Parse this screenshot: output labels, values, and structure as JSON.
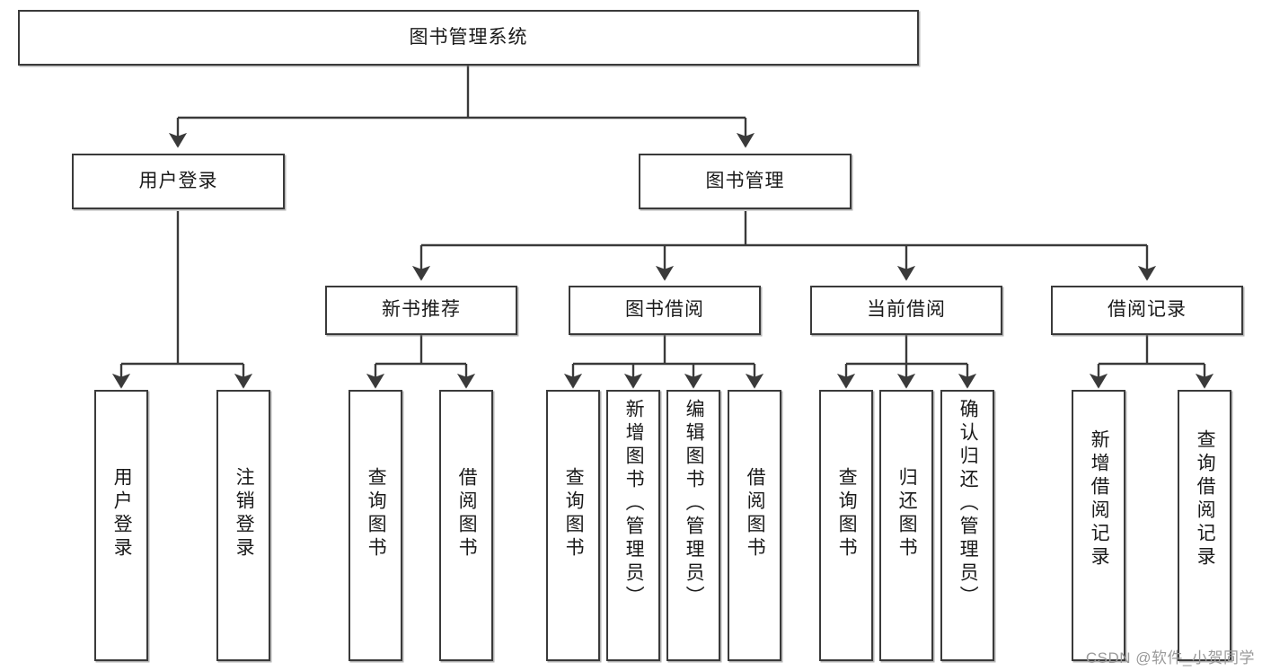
{
  "diagram": {
    "title": "图书管理系统",
    "type": "tree",
    "orientation": "top-down",
    "line_color": "#3a3a3a",
    "box_border_color": "#3a3a3a",
    "box_fill_color": "#ffffff",
    "text_color": "#1a1a1a",
    "background_color": "#ffffff"
  },
  "nodes": {
    "root": {
      "label": "图书管理系统"
    },
    "level2": [
      {
        "id": "user-login",
        "label": "用户登录"
      },
      {
        "id": "book-management",
        "label": "图书管理"
      }
    ],
    "level3": [
      {
        "id": "new-book-recommend",
        "label": "新书推荐"
      },
      {
        "id": "book-borrow",
        "label": "图书借阅"
      },
      {
        "id": "current-borrow",
        "label": "当前借阅"
      },
      {
        "id": "borrow-record",
        "label": "借阅记录"
      }
    ],
    "leaves": {
      "user_login": [
        {
          "id": "leaf-user-login",
          "label": "用户登录"
        },
        {
          "id": "leaf-logout-login",
          "label": "注销登录"
        }
      ],
      "new_book_recommend": [
        {
          "id": "leaf-query-book-1",
          "label": "查询图书"
        },
        {
          "id": "leaf-borrow-book-1",
          "label": "借阅图书"
        }
      ],
      "book_borrow": [
        {
          "id": "leaf-query-book-2",
          "label": "查询图书"
        },
        {
          "id": "leaf-add-book",
          "label": "新增图书（管理员）"
        },
        {
          "id": "leaf-edit-book",
          "label": "编辑图书（管理员）"
        },
        {
          "id": "leaf-borrow-book-2",
          "label": "借阅图书"
        }
      ],
      "current_borrow": [
        {
          "id": "leaf-query-book-3",
          "label": "查询图书"
        },
        {
          "id": "leaf-return-book",
          "label": "归还图书"
        },
        {
          "id": "leaf-confirm-return",
          "label": "确认归还（管理员）"
        }
      ],
      "borrow_record": [
        {
          "id": "leaf-add-record",
          "label": "新增借阅记录"
        },
        {
          "id": "leaf-query-record",
          "label": "查询借阅记录"
        }
      ]
    }
  },
  "watermark": {
    "text": "CSDN @软件_小贺同学"
  }
}
